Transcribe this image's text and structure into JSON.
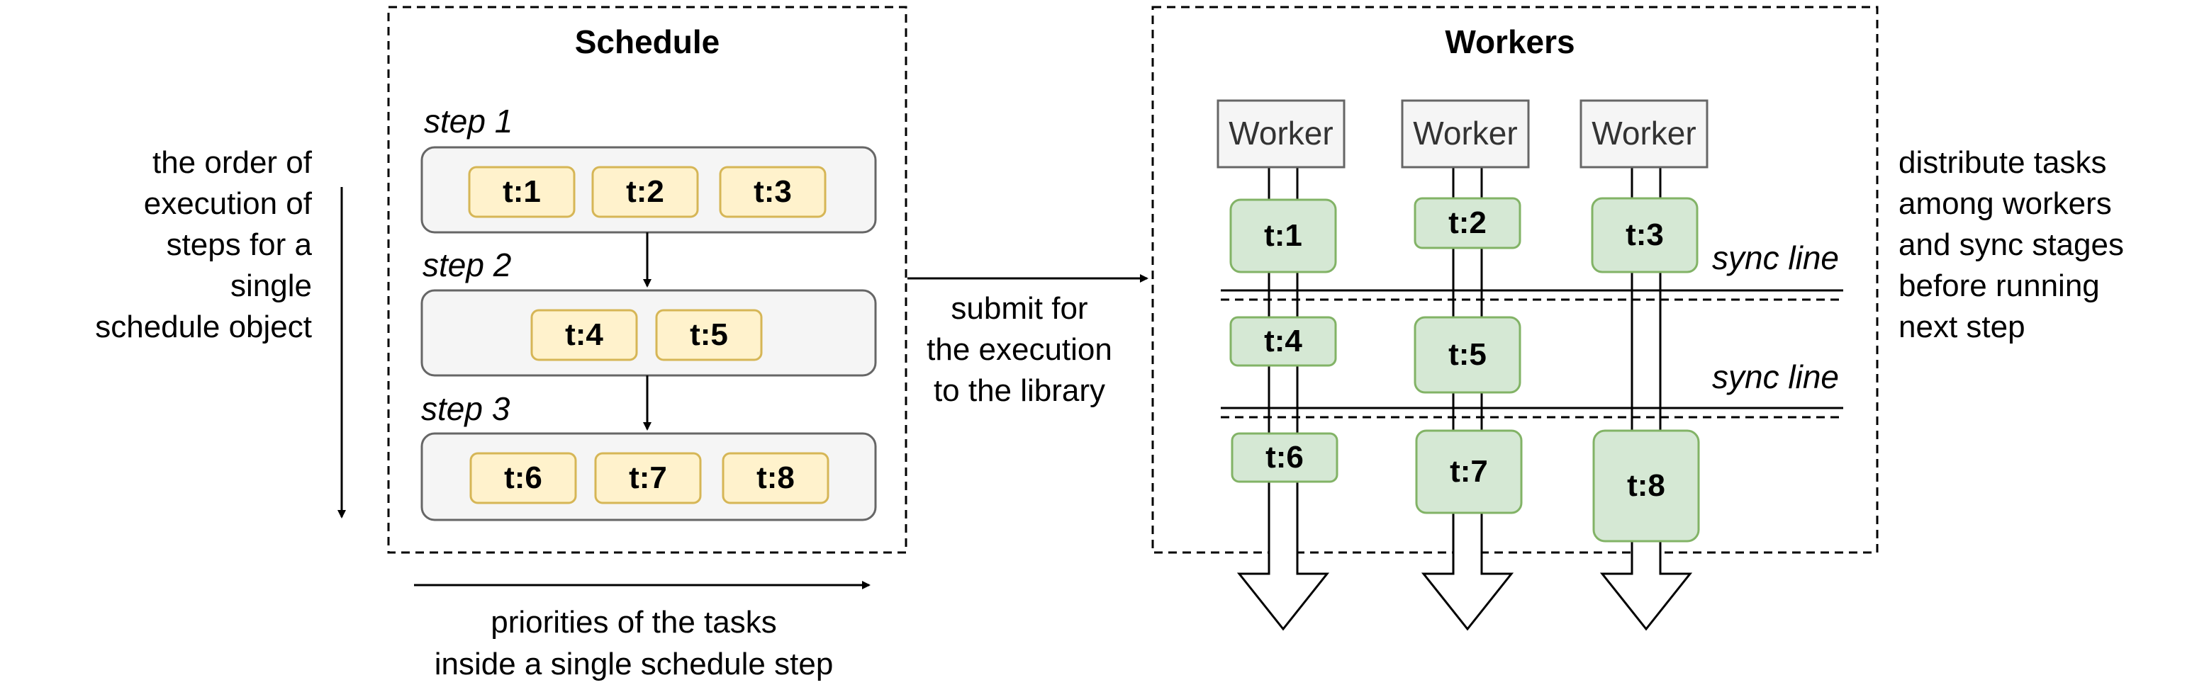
{
  "schedule": {
    "title": "Schedule",
    "steps": [
      {
        "label": "step 1",
        "tasks": [
          "t:1",
          "t:2",
          "t:3"
        ]
      },
      {
        "label": "step 2",
        "tasks": [
          "t:4",
          "t:5"
        ]
      },
      {
        "label": "step 3",
        "tasks": [
          "t:6",
          "t:7",
          "t:8"
        ]
      }
    ]
  },
  "left_note": [
    "the order of",
    "execution of",
    "steps for a",
    "single",
    "schedule object"
  ],
  "bottom_note": [
    "priorities of the tasks",
    "inside a single schedule step"
  ],
  "submit_note": [
    "submit for",
    "the execution",
    "to the library"
  ],
  "workers": {
    "title": "Workers",
    "worker_label": "Worker",
    "columns": [
      {
        "tasks": [
          "t:1",
          "t:4",
          "t:6"
        ]
      },
      {
        "tasks": [
          "t:2",
          "t:5",
          "t:7"
        ]
      },
      {
        "tasks": [
          "t:3",
          "",
          "t:8"
        ]
      }
    ],
    "sync_label": "sync line"
  },
  "right_note": [
    "distribute tasks",
    "among workers",
    "and sync stages",
    "before running",
    "next step"
  ],
  "colors": {
    "task_fill": "#fff2cc",
    "task_stroke": "#d6b656",
    "step_fill": "#f5f5f5",
    "step_stroke": "#666666",
    "worker_task_fill": "#d5e8d4",
    "worker_task_stroke": "#82b366"
  }
}
